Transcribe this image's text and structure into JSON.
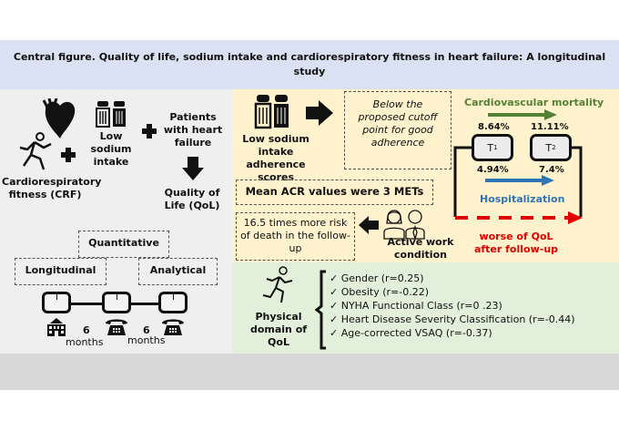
{
  "title": "Central figure. Quality of life, sodium intake and cardiorespiratory fitness in heart failure: A longitudinal study",
  "left_panel": {
    "crf_label": "Cardiorespiratory fitness (CRF)",
    "sodium_label": "Low sodium intake",
    "patients_label": "Patients with heart failure",
    "qol_label": "Quality of Life (QoL)",
    "design": {
      "quantitative": "Quantitative",
      "longitudinal": "Longitudinal",
      "analytical": "Analytical"
    },
    "timeline": {
      "interval1_number": "6",
      "interval1_unit": "months",
      "interval2_number": "6",
      "interval2_unit": "months"
    }
  },
  "yellow_panel": {
    "adherence_label": "Low sodium intake adherence scores",
    "cutoff_text": "Below the proposed cutoff point for good adherence",
    "acr_text": "Mean ACR values were 3 METs",
    "risk_text": "16.5 times more risk of death in the follow-up",
    "work_label": "Active work condition",
    "outcomes": {
      "cv_mortality_label": "Cardiovascular mortality",
      "cv_mortality_t1": "8.64%",
      "cv_mortality_t2": "11.11%",
      "t1_label": "T",
      "t1_sub": "1",
      "t2_label": "T",
      "t2_sub": "2",
      "hosp_t1": "4.94%",
      "hosp_t2": "7.4%",
      "hospitalization_label": "Hospitalization",
      "qol_worse_label": "worse of QoL after follow-up"
    },
    "colors": {
      "cv_mortality": "#548235",
      "hospitalization": "#2e75b6",
      "worse_qol": "#e00000"
    }
  },
  "green_panel": {
    "domain_label": "Physical domain of QoL",
    "correlates": [
      "✓ Gender (r=0.25)",
      "✓ Obesity (r=-0.22)",
      "✓ NYHA Functional Class (r=0 .23)",
      "✓ Heart Disease Severity Classification (r=-0.44)",
      "✓ Age-corrected VSAQ (r=-0.37)"
    ]
  }
}
